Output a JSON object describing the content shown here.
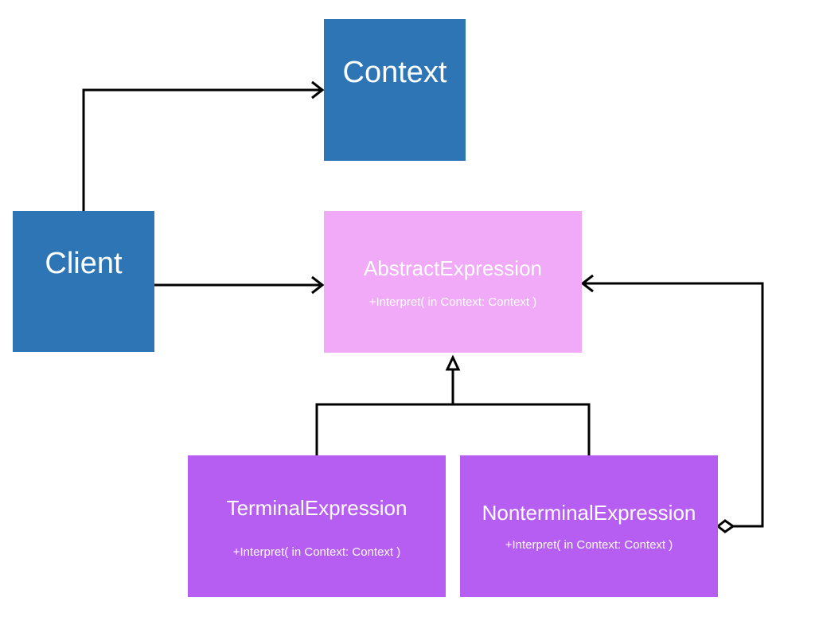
{
  "colors": {
    "client_fill": "#2e75b6",
    "context_fill": "#2e75b6",
    "abstract_fill": "#f0aaf7",
    "terminal_fill": "#b75ef2",
    "nonterminal_fill": "#b75ef2",
    "line": "#000000",
    "text": "#ffffff"
  },
  "nodes": {
    "client": {
      "title": "Client"
    },
    "context": {
      "title": "Context"
    },
    "abstract_expression": {
      "title": "AbstractExpression",
      "operation": "+Interpret( in Context: Context )"
    },
    "terminal_expression": {
      "title": "TerminalExpression",
      "operation": "+Interpret( in Context: Context )"
    },
    "nonterminal_expression": {
      "title": "NonterminalExpression",
      "operation": "+Interpret( in Context: Context )"
    }
  },
  "edges": [
    {
      "from": "client",
      "to": "context",
      "kind": "association"
    },
    {
      "from": "client",
      "to": "abstract_expression",
      "kind": "association"
    },
    {
      "from": "terminal_expression",
      "to": "abstract_expression",
      "kind": "generalization"
    },
    {
      "from": "nonterminal_expression",
      "to": "abstract_expression",
      "kind": "generalization"
    },
    {
      "from": "nonterminal_expression",
      "to": "abstract_expression",
      "kind": "aggregation"
    }
  ]
}
